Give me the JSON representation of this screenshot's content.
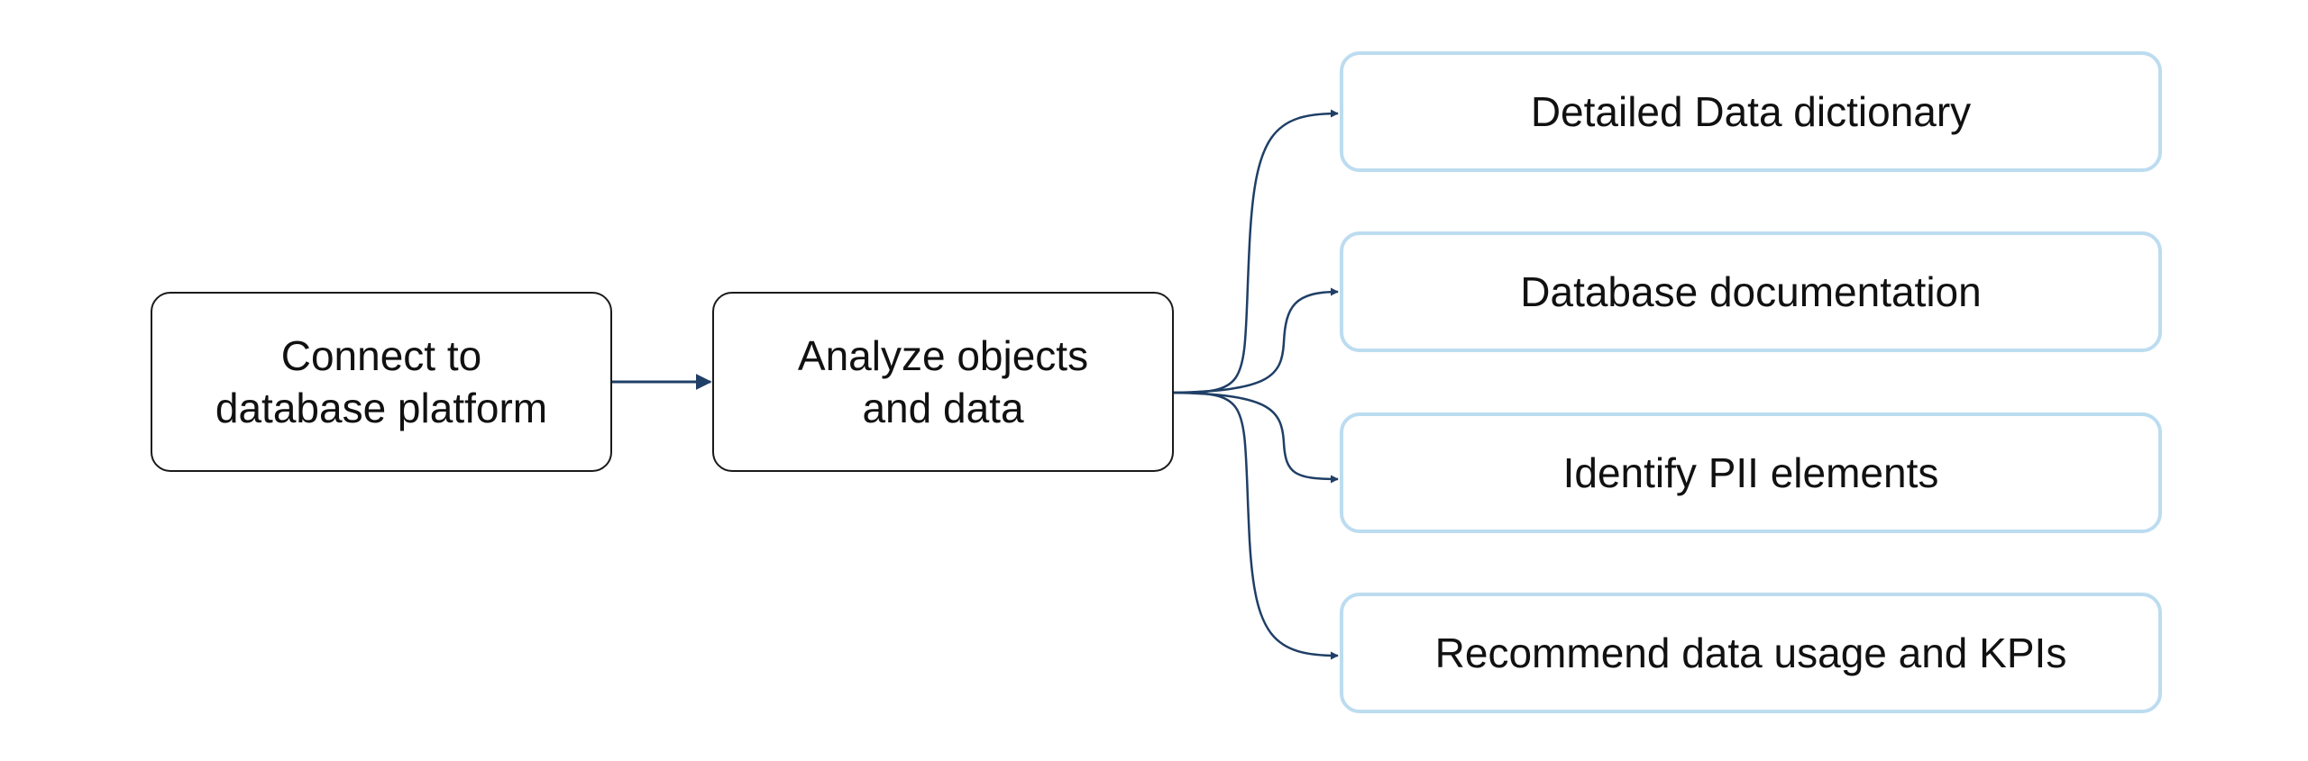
{
  "diagram": {
    "steps": [
      {
        "label": "Connect to\ndatabase platform"
      },
      {
        "label": "Analyze objects\nand data"
      }
    ],
    "outputs": [
      {
        "label": "Detailed Data dictionary"
      },
      {
        "label": "Database documentation"
      },
      {
        "label": "Identify PII elements"
      },
      {
        "label": "Recommend data usage and KPIs"
      }
    ],
    "colors": {
      "connector": "#1f3f66",
      "step_border": "#1a1a1a",
      "output_border": "#bcdcf0",
      "text": "#111111"
    }
  }
}
